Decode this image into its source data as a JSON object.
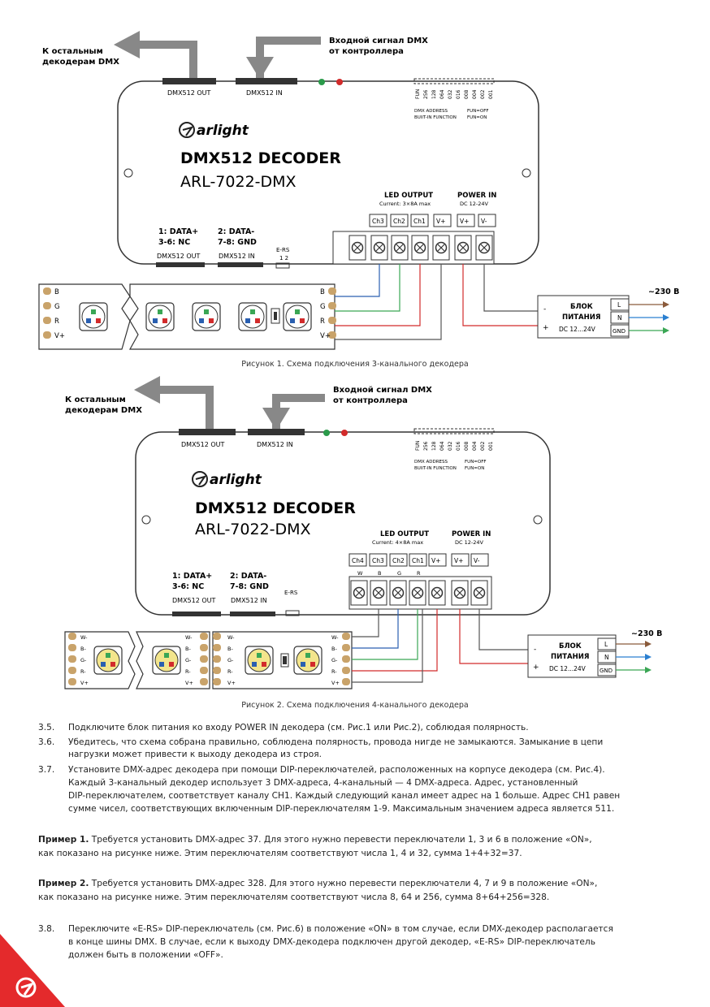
{
  "fig1": {
    "to_other": [
      "К остальным",
      "декодерам DMX"
    ],
    "input_signal": [
      "Входной сигнал DMX",
      "от контроллера"
    ],
    "port_out": "DMX512 OUT",
    "port_in": "DMX512 IN",
    "dip_labels": [
      "FUN",
      "256",
      "128",
      "064",
      "032",
      "016",
      "008",
      "004",
      "002",
      "001"
    ],
    "dmx_address": "DMX ADDRESS",
    "builtin": "BUIlT-IN FUNCTION",
    "fun_off": "FUN=OFF",
    "fun_on": "FUN=ON",
    "brand": "arlight",
    "title": "DMX512 DECODER",
    "model": "ARL-7022-DMX",
    "led_output": "LED OUTPUT",
    "led_current": "Current: 3×8A max",
    "power_in": "POWER IN",
    "power_volt": "DC 12-24V",
    "terminals": [
      "Ch3",
      "Ch2",
      "Ch1",
      "V+",
      "V+",
      "V-"
    ],
    "pin1": "1: DATA+",
    "pin3": "3-6: NC",
    "pin2": "2: DATA-",
    "pin7": "7-8: GND",
    "ers": "E-RS",
    "ers_nums": "1 2",
    "strip_labels": [
      "B",
      "G",
      "R",
      "V+"
    ],
    "psu_title": [
      "БЛОК",
      "ПИТАНИЯ"
    ],
    "psu_volt": "DC 12...24V",
    "psu_pins": [
      "L",
      "N",
      "GND"
    ],
    "psu_minus": "-",
    "psu_plus": "+",
    "mains": "~230 В",
    "caption": "Рисунок 1. Схема подключения 3-канального декодера"
  },
  "fig2": {
    "to_other": [
      "К остальным",
      "декодерам DMX"
    ],
    "input_signal": [
      "Входной сигнал DMX",
      "от контроллера"
    ],
    "port_out": "DMX512 OUT",
    "port_in": "DMX512 IN",
    "dip_labels": [
      "FUN",
      "256",
      "128",
      "064",
      "032",
      "016",
      "008",
      "004",
      "002",
      "001"
    ],
    "dmx_address": "DMX ADDRESS",
    "builtin": "BUIlT-IN FUNCTION",
    "fun_off": "FUN=OFF",
    "fun_on": "FUN=ON",
    "brand": "arlight",
    "title": "DMX512 DECODER",
    "model": "ARL-7022-DMX",
    "led_output": "LED OUTPUT",
    "led_current": "Current: 4×8A max",
    "power_in": "POWER IN",
    "power_volt": "DC 12-24V",
    "terminals": [
      "Ch4",
      "Ch3",
      "Ch2",
      "Ch1",
      "V+",
      "V+",
      "V-"
    ],
    "term_sub": [
      "W",
      "B",
      "G",
      "R"
    ],
    "pin1": "1: DATA+",
    "pin3": "3-6: NC",
    "pin2": "2: DATA-",
    "pin7": "7-8: GND",
    "ers": "E-RS",
    "strip_labels": [
      "W-",
      "B-",
      "G-",
      "R-",
      "V+"
    ],
    "psu_title": [
      "БЛОК",
      "ПИТАНИЯ"
    ],
    "psu_volt": "DC 12...24V",
    "psu_pins": [
      "L",
      "N",
      "GND"
    ],
    "psu_minus": "-",
    "psu_plus": "+",
    "mains": "~230 В",
    "caption": "Рисунок 2. Схема подключения 4-канального декодера"
  },
  "steps": [
    {
      "num": "3.5.",
      "lines": [
        "Подключите блок питания ко входу POWER IN декодера (см. Рис.1 или Рис.2), соблюдая полярность."
      ]
    },
    {
      "num": "3.6.",
      "lines": [
        "Убедитесь, что схема собрана правильно, соблюдена полярность, провода нигде не замыкаются. Замыкание в цепи",
        "нагрузки может привести к выходу декодера из строя."
      ]
    },
    {
      "num": "3.7.",
      "lines": [
        "Установите DMX-адрес декодера при помощи DIP-переключателей, расположенных на корпусе декодера (см. Рис.4).",
        "Каждый 3-канальный декодер использует 3 DMX-адреса, 4-канальный — 4 DMX-адреса. Адрес, установленный",
        "DIP-переключателем, соответствует каналу CH1. Каждый следующий канал имеет адрес на 1 больше. Адрес CH1 равен",
        "сумме чисел, соответствующих включенным DIP-переключателям 1-9. Максимальным значением адреса является 511."
      ]
    }
  ],
  "example1": {
    "label": "Пример 1.",
    "line1": " Требуется установить DMX-адрес 37. Для этого нужно перевести переключатели 1, 3 и 6 в положение «ON»,",
    "line2": "как показано на рисунке ниже. Этим переключателям соответствуют числа 1, 4 и 32, сумма 1+4+32=37."
  },
  "example2": {
    "label": "Пример 2.",
    "line1": " Требуется установить DMX-адрес 328. Для этого нужно перевести переключатели 4, 7 и 9 в положение «ON»,",
    "line2": "как показано на рисунке ниже. Этим переключателям соответствуют числа 8, 64 и 256, сумма 8+64+256=328."
  },
  "step38": {
    "num": "3.8.",
    "lines": [
      "Переключите «E-RS» DIP-переключатель (см. Рис.6) в положение «ON» в том случае, если DMX-декодер располагается",
      "в конце шины DMX. В случае, если к выходу DMX-декодера подключен другой декодер, «E-RS» DIP-переключатель",
      "должен быть в положении «OFF»."
    ]
  },
  "colors": {
    "brand_red": "#e42a2c",
    "wire_blue": "#2a5fb0",
    "wire_green": "#3aa655",
    "wire_red": "#d22b2b",
    "wire_grey": "#555555",
    "arrow_brown": "#8a5a3a",
    "arrow_blue": "#2a7fd0",
    "arrow_green": "#3aa655"
  }
}
